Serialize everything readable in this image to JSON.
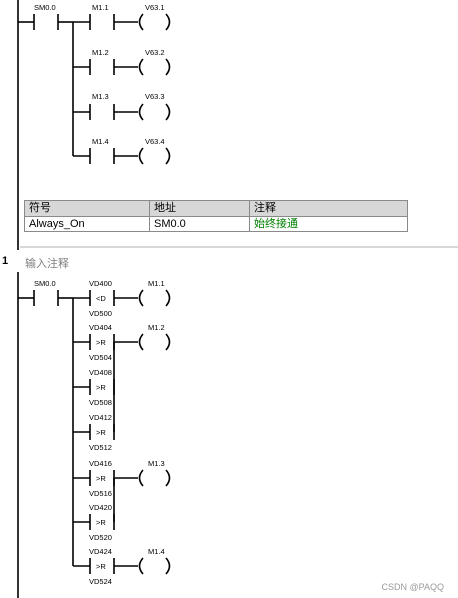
{
  "network0": {
    "input_contact": "SM0.0",
    "rungs": [
      {
        "contact": "M1.1",
        "coil": "V63.1"
      },
      {
        "contact": "M1.2",
        "coil": "V63.2"
      },
      {
        "contact": "M1.3",
        "coil": "V63.3"
      },
      {
        "contact": "M1.4",
        "coil": "V63.4"
      }
    ]
  },
  "symbol_table": {
    "headers": [
      "符号",
      "地址",
      "注释"
    ],
    "row": [
      "Always_On",
      "SM0.0",
      "始终接通"
    ]
  },
  "network1": {
    "number": "1",
    "comment_placeholder": "输入注释",
    "input_contact": "SM0.0",
    "compares": [
      {
        "top": "VD400",
        "op": "<D",
        "bottom": "VD500"
      },
      {
        "top": "VD404",
        "op": ">R",
        "bottom": "VD504"
      },
      {
        "top": "VD408",
        "op": ">R",
        "bottom": "VD508"
      },
      {
        "top": "VD412",
        "op": ">R",
        "bottom": "VD512"
      },
      {
        "top": "VD416",
        "op": ">R",
        "bottom": "VD516"
      },
      {
        "top": "VD420",
        "op": ">R",
        "bottom": "VD520"
      },
      {
        "top": "VD424",
        "op": ">R",
        "bottom": "VD524"
      }
    ],
    "coils": [
      "M1.1",
      "M1.2",
      "M1.3",
      "M1.4"
    ]
  },
  "watermark": "CSDN @PAQQ"
}
